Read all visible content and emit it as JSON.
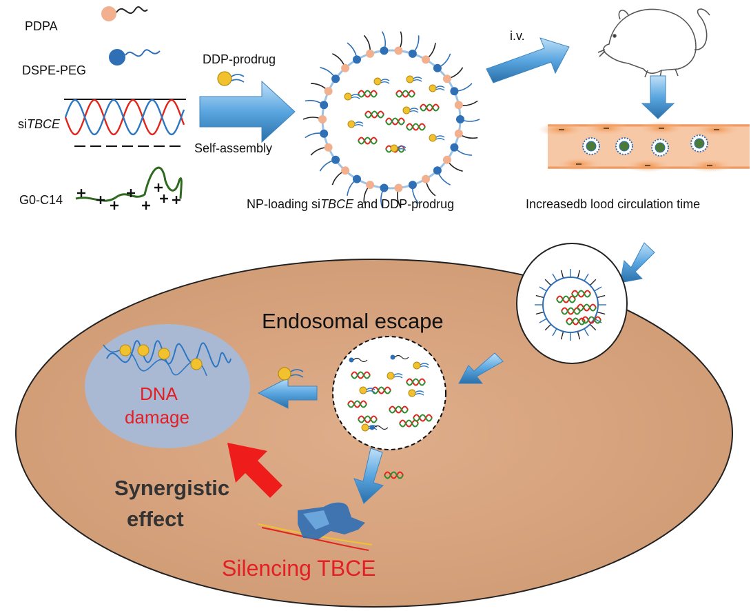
{
  "colors": {
    "pdpa": "#f2b08f",
    "dspe_peg": "#2f6fb5",
    "sirna_red": "#e2231a",
    "sirna_blue": "#2b76c0",
    "cell_fill": "#dcaa85",
    "nucleus_fill": "#a9b9d4",
    "arrow_blue": "#5aa6e0",
    "arrow_red": "#ef1c1c",
    "label_red": "#e31e24",
    "ddp_yellow": "#f2c12e",
    "vessel": "#f7c5a3"
  },
  "icons": [
    "pdpa-polymer-icon",
    "dspe-peg-polymer-icon",
    "sirna-helix-icon",
    "g0-c14-lipid-icon",
    "ddp-prodrug-icon",
    "nanoparticle-icon",
    "mouse-icon",
    "blood-vessel-icon",
    "endosome-icon",
    "nucleus-icon",
    "protein-icon"
  ],
  "labels": {
    "pdpa": "PDPA",
    "dspe_peg": "DSPE-PEG",
    "sitbce_prefix": "si",
    "sitbce_gene": "TBCE",
    "g0c14": "G0-C14",
    "ddp_prodrug": "DDP-prodrug",
    "self_assembly": "Self-assembly",
    "np_loading_prefix": "NP-loading si",
    "np_loading_gene": "TBCE",
    "np_loading_suffix": " and DDP-prodrug",
    "iv": "i.v.",
    "circulation": "Increasedb lood circulation time",
    "endosomal_escape": "Endosomal escape",
    "dna_damage_1": "DNA",
    "dna_damage_2": "damage",
    "synergistic_1": "Synergistic",
    "synergistic_2": "effect",
    "silencing": "Silencing TBCE"
  }
}
